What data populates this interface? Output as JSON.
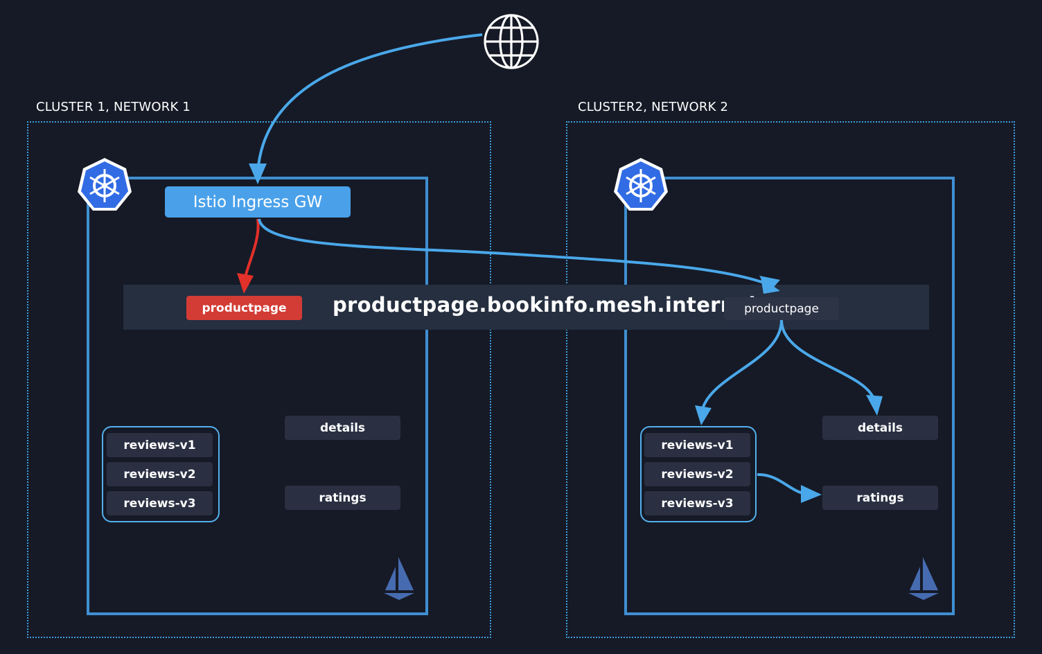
{
  "networks": [
    {
      "label": "CLUSTER 1, NETWORK 1"
    },
    {
      "label": "CLUSTER2, NETWORK 2"
    }
  ],
  "gateway": {
    "label": "Istio Ingress GW"
  },
  "mesh": {
    "host": "productpage.bookinfo.mesh.internal"
  },
  "cluster1": {
    "productpage": "productpage",
    "details": "details",
    "ratings": "ratings",
    "reviews": [
      "reviews-v1",
      "reviews-v2",
      "reviews-v3"
    ]
  },
  "cluster2": {
    "productpage": "productpage",
    "details": "details",
    "ratings": "ratings",
    "reviews": [
      "reviews-v1",
      "reviews-v2",
      "reviews-v3"
    ]
  },
  "icons": {
    "internet": "globe-icon",
    "cluster": "kubernetes-icon",
    "mesh": "istio-sail-icon"
  },
  "colors": {
    "background": "#161a26",
    "flow": "#4aa8ea",
    "failed_flow": "#e2302a",
    "cluster_border": "#3f8fd2",
    "gateway": "#4aa1ea",
    "failed_service": "#d23c35",
    "kubernetes": "#326ce5"
  }
}
